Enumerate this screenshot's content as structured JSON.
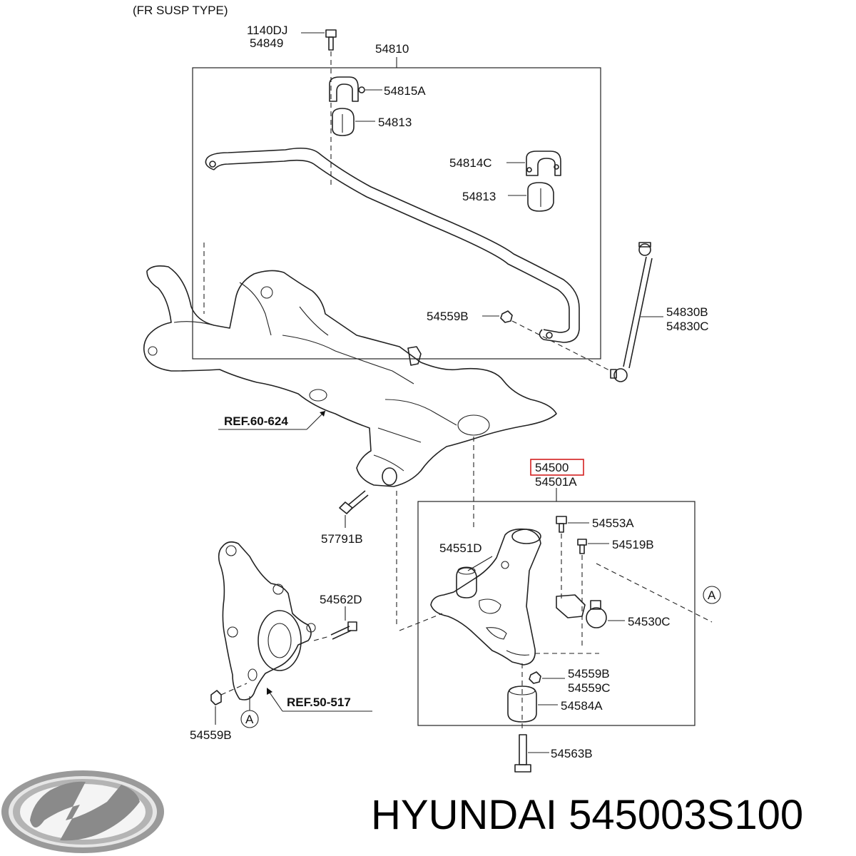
{
  "header": {
    "subtitle": "(FR SUSP TYPE)"
  },
  "labels": {
    "p1140dj": "1140DJ",
    "p54849": "54849",
    "p54810": "54810",
    "p54815a": "54815A",
    "p54813a": "54813",
    "p54814c": "54814C",
    "p54813b": "54813",
    "p54559b_top": "54559B",
    "p54830b": "54830B",
    "p54830c": "54830C",
    "ref60": "REF.60-624",
    "p54500": "54500",
    "p54501a": "54501A",
    "p57791b": "57791B",
    "p54553a": "54553A",
    "p54519b": "54519B",
    "p54551d": "54551D",
    "p54562d": "54562D",
    "p54530c": "54530C",
    "markerA_right": "A",
    "p54559b_mid": "54559B",
    "p54559c": "54559C",
    "ref50": "REF.50-517",
    "p54584a": "54584A",
    "markerA_left": "A",
    "p54559b_low": "54559B",
    "p54563b": "54563B"
  },
  "highlight": {
    "part_number": "54500",
    "color": "#d42020"
  },
  "footer": {
    "brand_logo": "hyundai-logo",
    "caption": "HYUNDAI 545003S100"
  }
}
